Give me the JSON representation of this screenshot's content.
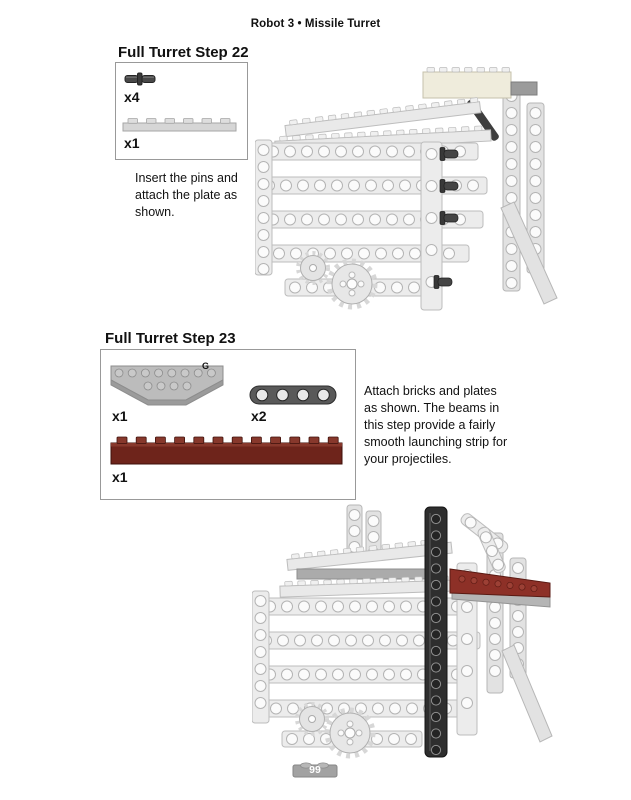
{
  "header": {
    "title": "Robot 3 • Missile Turret"
  },
  "footer": {
    "page_number": "99"
  },
  "step22": {
    "title": "Full Turret Step 22",
    "pin_qty": "x4",
    "plate_qty": "x1",
    "instruction": "Insert the pins and attach the plate as shown."
  },
  "step23": {
    "title": "Full Turret Step 23",
    "wing_qty": "x1",
    "wing_marking": "G",
    "beam_qty": "x2",
    "brick_qty": "x1",
    "instruction": "Attach bricks and plates as shown. The beams in this step provide a fairly smooth launching strip for your projectiles."
  }
}
